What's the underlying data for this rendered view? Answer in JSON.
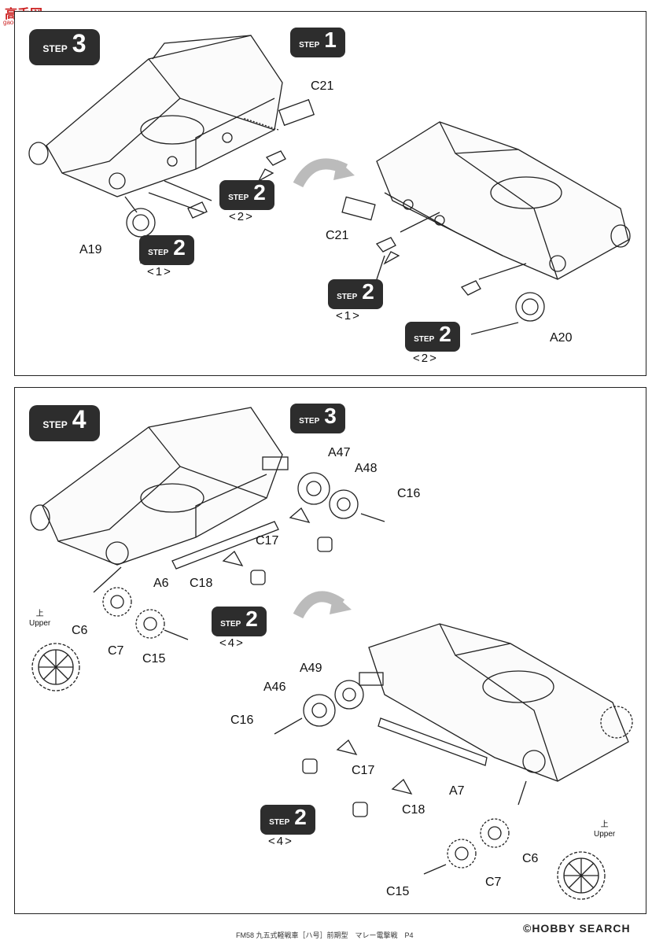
{
  "logo": {
    "text": "高手网",
    "url": "gao-shou.com"
  },
  "step3": {
    "badge": {
      "word": "STEP",
      "num": "3"
    },
    "ref_step1": {
      "word": "STEP",
      "num": "1"
    },
    "refs": [
      {
        "word": "STEP",
        "num": "2",
        "sub": "<2>"
      },
      {
        "word": "STEP",
        "num": "2",
        "sub": "<1>"
      },
      {
        "word": "STEP",
        "num": "2",
        "sub": "<1>"
      },
      {
        "word": "STEP",
        "num": "2",
        "sub": "<2>"
      }
    ],
    "parts": {
      "c21_a": "C21",
      "c21_b": "C21",
      "a19": "A19",
      "a20": "A20"
    }
  },
  "step4": {
    "badge": {
      "word": "STEP",
      "num": "4"
    },
    "ref_step3": {
      "word": "STEP",
      "num": "3"
    },
    "refs": [
      {
        "word": "STEP",
        "num": "2",
        "sub": "<4>"
      },
      {
        "word": "STEP",
        "num": "2",
        "sub": "<4>"
      }
    ],
    "parts": {
      "a47": "A47",
      "a48": "A48",
      "c16_a": "C16",
      "c17_a": "C17",
      "a6": "A6",
      "c18_a": "C18",
      "c6_a": "C6",
      "c7_a": "C7",
      "c15_a": "C15",
      "a49": "A49",
      "a46": "A46",
      "c16_b": "C16",
      "c17_b": "C17",
      "a7": "A7",
      "c18_b": "C18",
      "c6_b": "C6",
      "c7_b": "C7",
      "c15_b": "C15"
    },
    "upper_a": {
      "kanji": "上",
      "text": "Upper"
    },
    "upper_b": {
      "kanji": "上",
      "text": "Upper"
    }
  },
  "footer": "FM58 九五式軽戦車［ハ号］前期型　マレー電撃戦　P4",
  "watermark": "©HOBBY SEARCH"
}
